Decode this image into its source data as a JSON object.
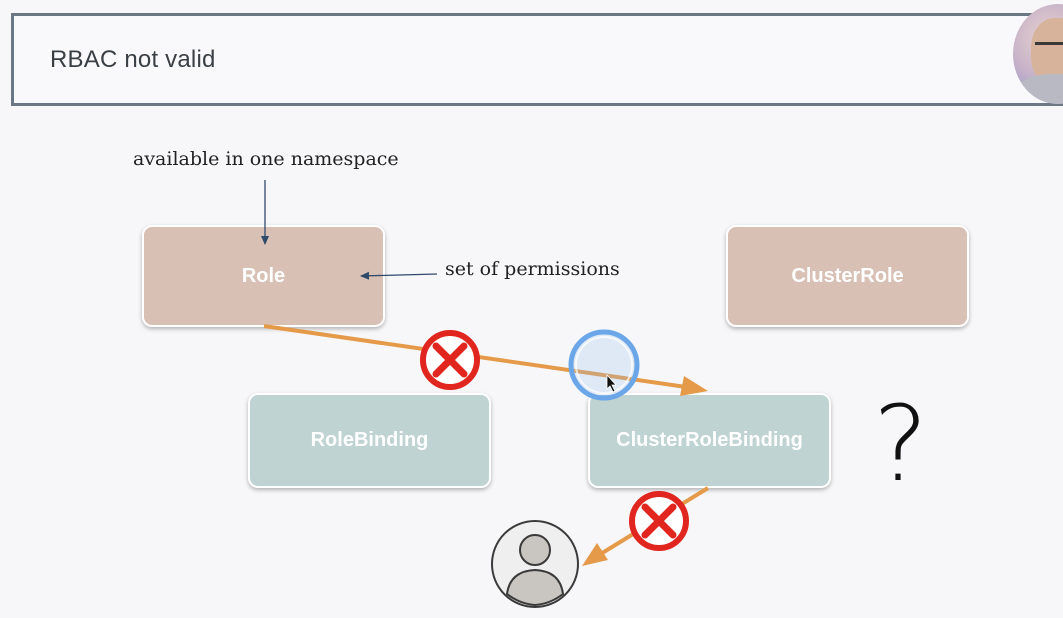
{
  "slide": {
    "title": "RBAC not valid"
  },
  "presenter": {
    "label": "presenter-webcam"
  },
  "nodes": {
    "role": "Role",
    "cluster_role": "ClusterRole",
    "role_binding": "RoleBinding",
    "cluster_role_binding": "ClusterRoleBinding"
  },
  "annotations": {
    "namespace": "available in one namespace",
    "permissions": "set of permissions",
    "question": "?"
  },
  "colors": {
    "role_box": "#d9c0b5",
    "binding_box": "#bfd3d2",
    "arrow": "#e59a4a",
    "invalid_mark": "#e0261e",
    "cursor_highlight": "#6aa6e8"
  }
}
